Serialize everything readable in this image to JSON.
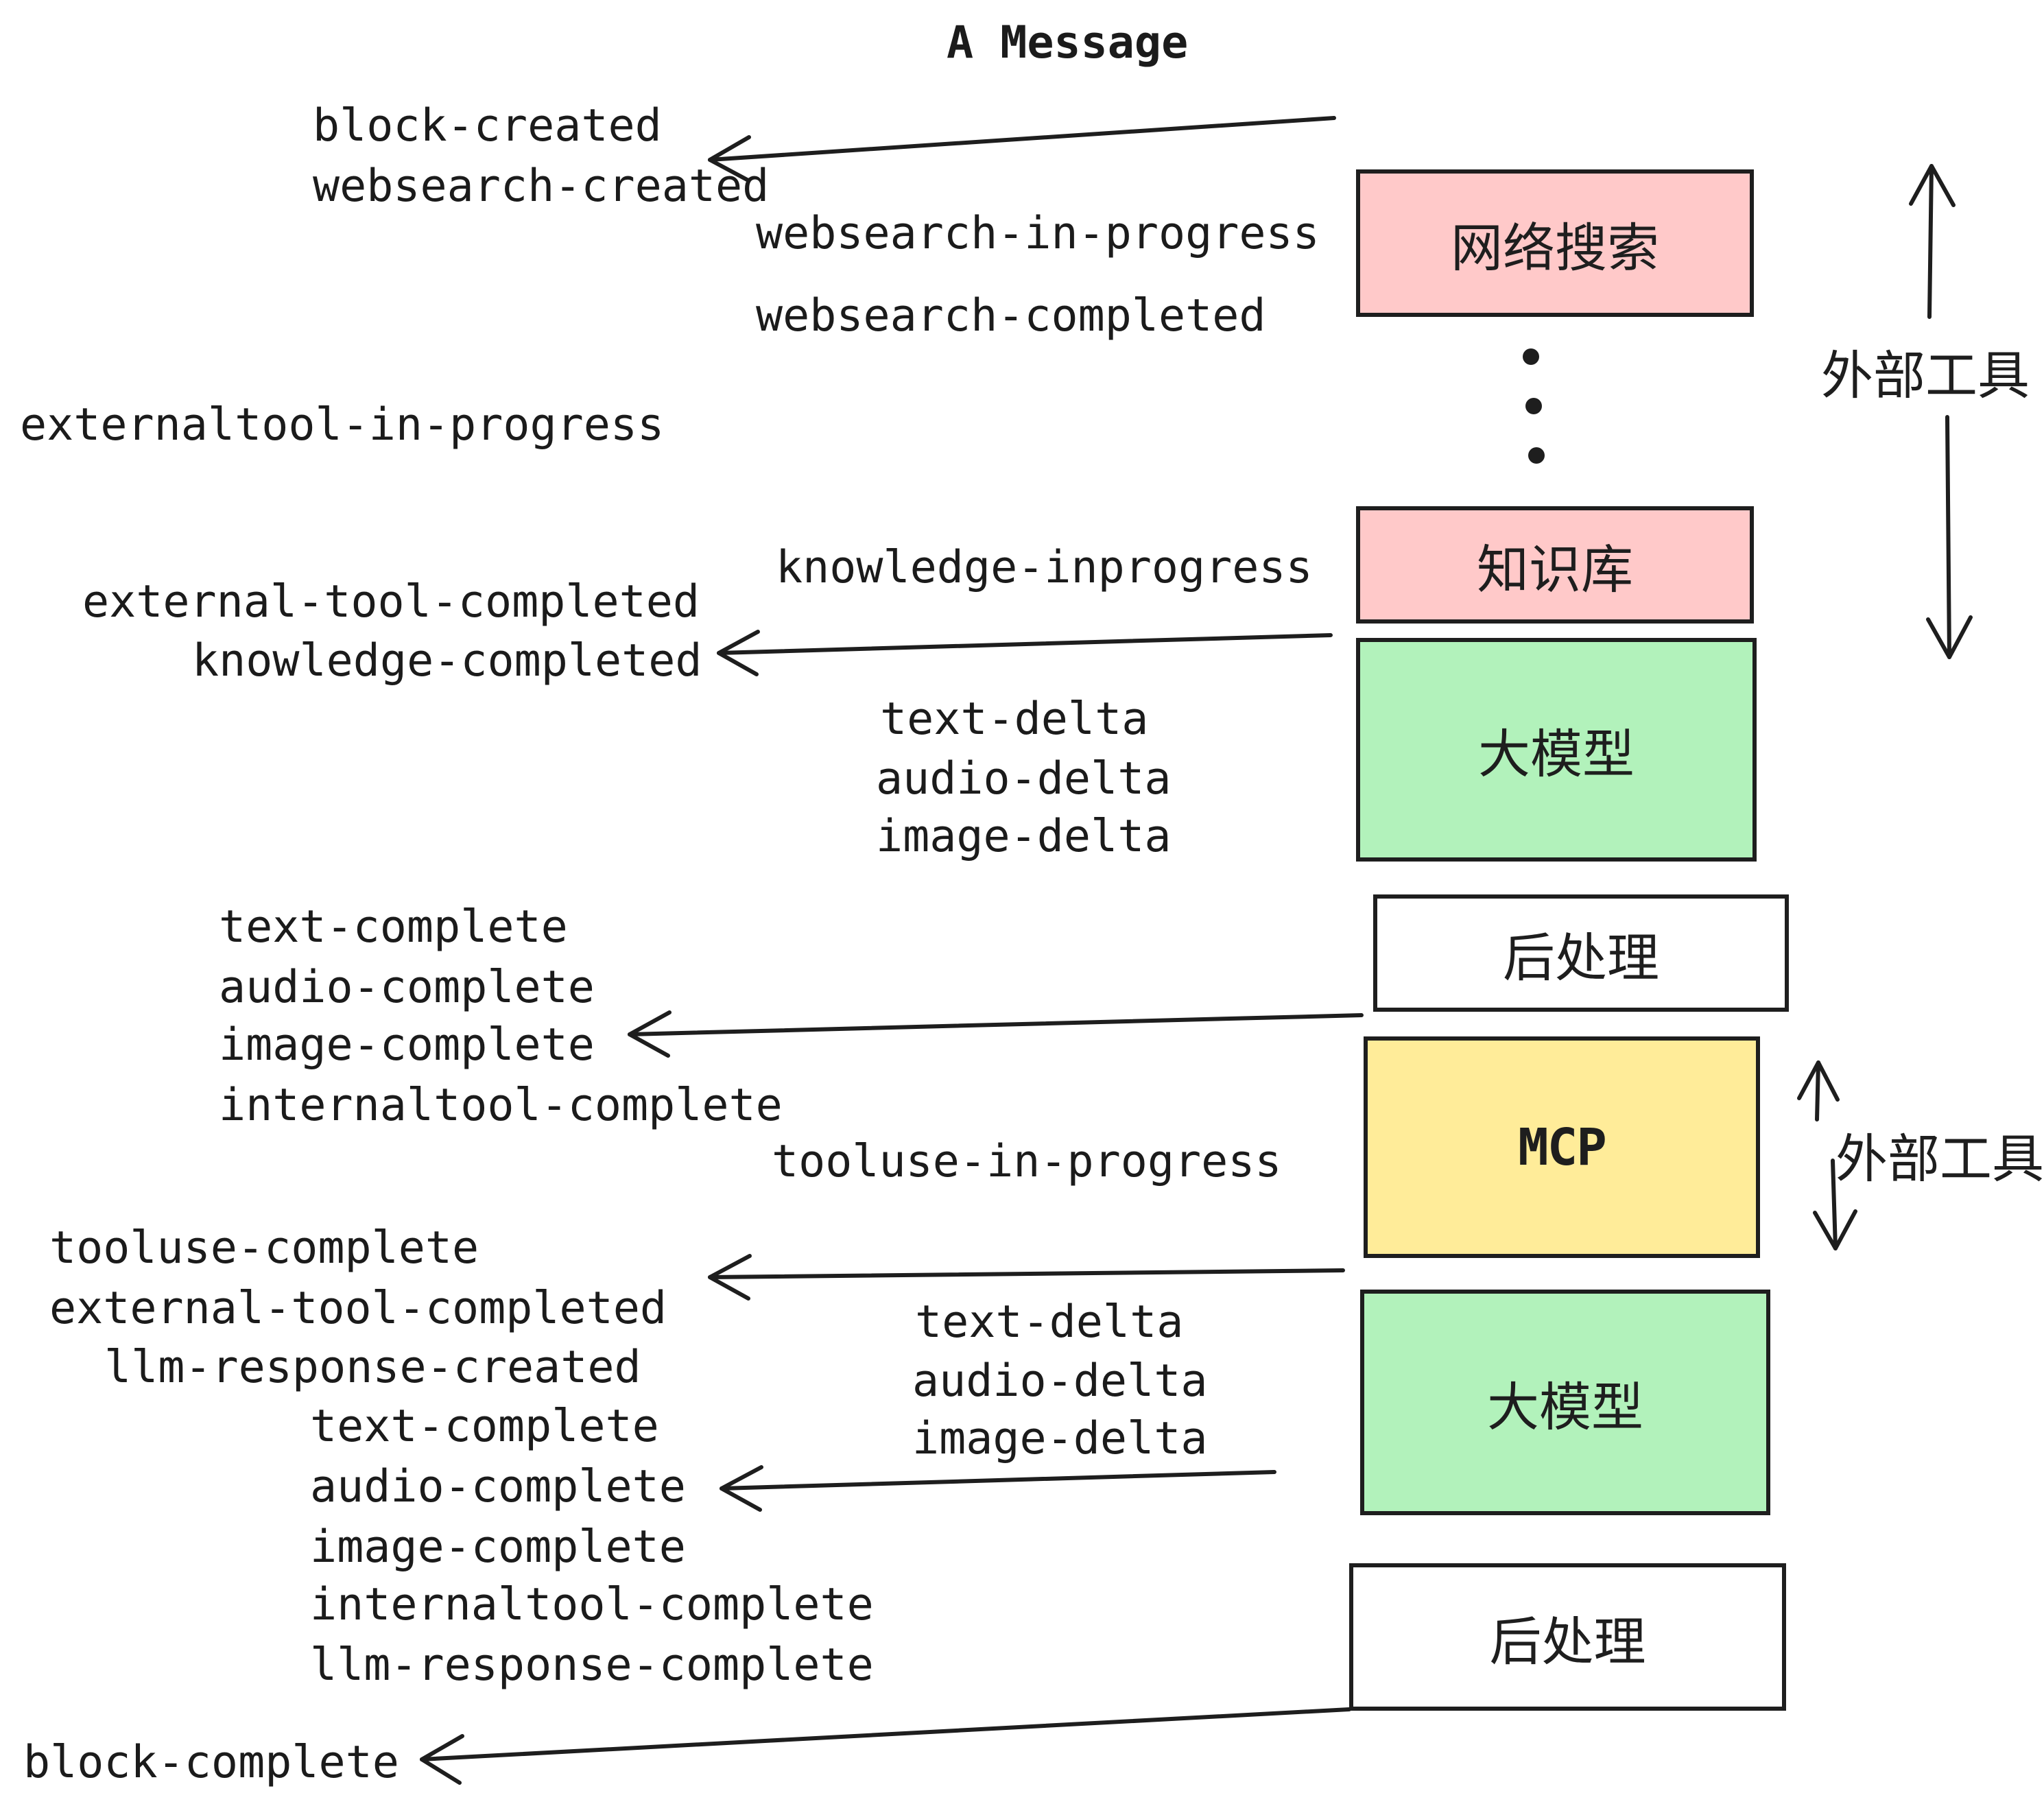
{
  "title": "A Message",
  "events": {
    "block_created": "block-created",
    "websearch_created": "websearch-created",
    "websearch_in_progress": "websearch-in-progress",
    "websearch_completed": "websearch-completed",
    "externaltool_in_progress": "externaltool-in-progress",
    "knowledge_inprogress": "knowledge-inprogress",
    "external_tool_completed_1": "external-tool-completed",
    "knowledge_completed": "knowledge-completed",
    "text_delta_1": "text-delta",
    "audio_delta_1": "audio-delta",
    "image_delta_1": "image-delta",
    "text_complete_1": "text-complete",
    "audio_complete_1": "audio-complete",
    "image_complete_1": "image-complete",
    "internaltool_complete_1": "internaltool-complete",
    "tooluse_in_progress": "tooluse-in-progress",
    "tooluse_complete": "tooluse-complete",
    "external_tool_completed_2": "external-tool-completed",
    "llm_response_created": "llm-response-created",
    "text_delta_2": "text-delta",
    "audio_delta_2": "audio-delta",
    "image_delta_2": "image-delta",
    "text_complete_2": "text-complete",
    "audio_complete_2": "audio-complete",
    "image_complete_2": "image-complete",
    "internaltool_complete_2": "internaltool-complete",
    "llm_response_complete": "llm-response-complete",
    "block_complete": "block-complete"
  },
  "boxes": {
    "websearch": {
      "label": "网络搜索",
      "fill": "#ffc9c9"
    },
    "knowledge": {
      "label": "知识库",
      "fill": "#ffc9c9"
    },
    "llm1": {
      "label": "大模型",
      "fill": "#b2f2bb"
    },
    "post1": {
      "label": "后处理",
      "fill": "#ffffff"
    },
    "mcp": {
      "label": "MCP",
      "fill": "#ffec99"
    },
    "llm2": {
      "label": "大模型",
      "fill": "#b2f2bb"
    },
    "post2": {
      "label": "后处理",
      "fill": "#ffffff"
    }
  },
  "annotations": {
    "external_tools_1": "外部工具",
    "external_tools_2": "外部工具"
  },
  "icons": {
    "ellipsis_dots": "vertical-ellipsis between external tool boxes"
  },
  "colors": {
    "background": "#ffffff",
    "stroke": "#1e1e1e",
    "text": "#1b1b1b",
    "box_pink": "#ffc9c9",
    "box_green": "#b2f2bb",
    "box_yellow": "#ffec99",
    "box_white": "#ffffff"
  }
}
